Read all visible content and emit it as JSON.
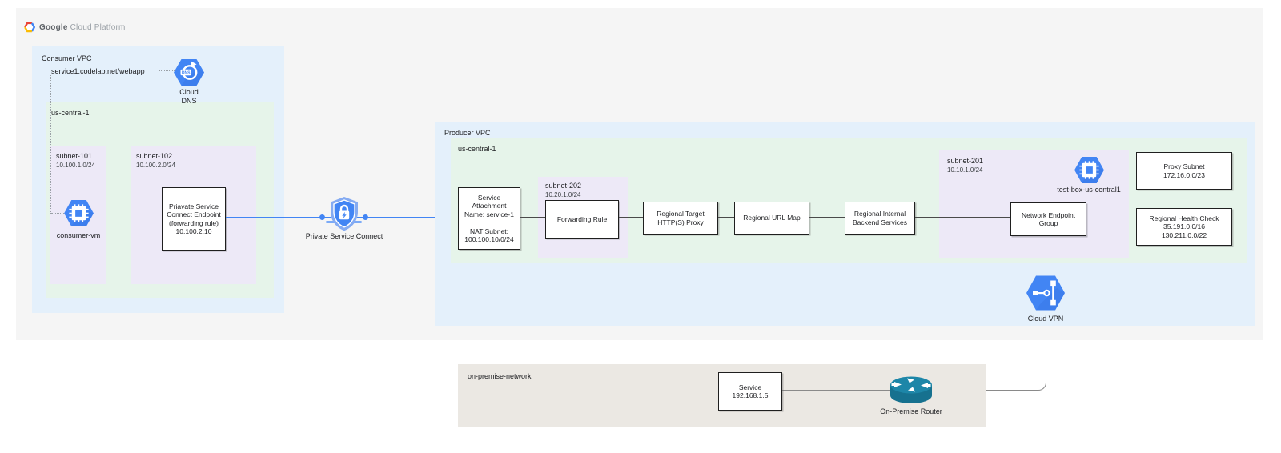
{
  "brand": {
    "name_strong": "Google",
    "name_rest": "Cloud Platform"
  },
  "consumer_vpc": {
    "label": "Consumer VPC",
    "dns_record": "service1.codelab.net/webapp",
    "cloud_dns": {
      "lines": [
        "Cloud",
        "DNS"
      ]
    },
    "region": {
      "label": "us-central-1"
    },
    "subnet_101": {
      "name": "subnet-101",
      "cidr": "10.100.1.0/24",
      "vm_label": "consumer-vm"
    },
    "subnet_102": {
      "name": "subnet-102",
      "cidr": "10.100.2.0/24",
      "endpoint": {
        "lines": [
          "Priavate Service",
          "Connect Endpoint",
          "(forwarding rule)",
          "10.100.2.10"
        ]
      }
    }
  },
  "psc": {
    "label": "Private Service Connect"
  },
  "producer_vpc": {
    "label": "Producer VPC",
    "region": {
      "label": "us-central-1"
    },
    "service_attachment": {
      "lines": [
        "Service",
        "Attachment",
        "Name: service-1",
        "",
        "NAT Subnet:",
        "100.100.10/0/24"
      ]
    },
    "subnet_202": {
      "name": "subnet-202",
      "cidr": "10.20.1.0/24",
      "forwarding_rule": "Forwarding Rule"
    },
    "target_proxy": {
      "lines": [
        "Regional Target",
        "HTTP(S) Proxy"
      ]
    },
    "url_map": {
      "label": "Regional URL Map"
    },
    "backend_services": {
      "lines": [
        "Regional Internal",
        "Backend Services"
      ]
    },
    "subnet_201": {
      "name": "subnet-201",
      "cidr": "10.10.1.0/24",
      "vm_label": "test-box-us-central1"
    },
    "neg": {
      "lines": [
        "Network Endpoint",
        "Group"
      ]
    },
    "proxy_subnet": {
      "lines": [
        "Proxy Subnet",
        "172.16.0.0/23"
      ]
    },
    "health_check": {
      "lines": [
        "Regional Health Check",
        "35.191.0.0/16",
        "130.211.0.0/22"
      ]
    }
  },
  "cloud_vpn": {
    "label": "Cloud VPN"
  },
  "on_premise": {
    "label": "on-premise-network",
    "service": {
      "lines": [
        "Service",
        "192.168.1.5"
      ]
    },
    "router_label": "On-Premise Router"
  },
  "colors": {
    "accent_blue": "#4285f4",
    "vpc_fill": "#e4f0fb",
    "region_fill": "#e6f4ea",
    "subnet_fill": "#ede9f7",
    "onprem_fill": "#ebe8e3",
    "canvas_fill": "#f5f5f5"
  }
}
